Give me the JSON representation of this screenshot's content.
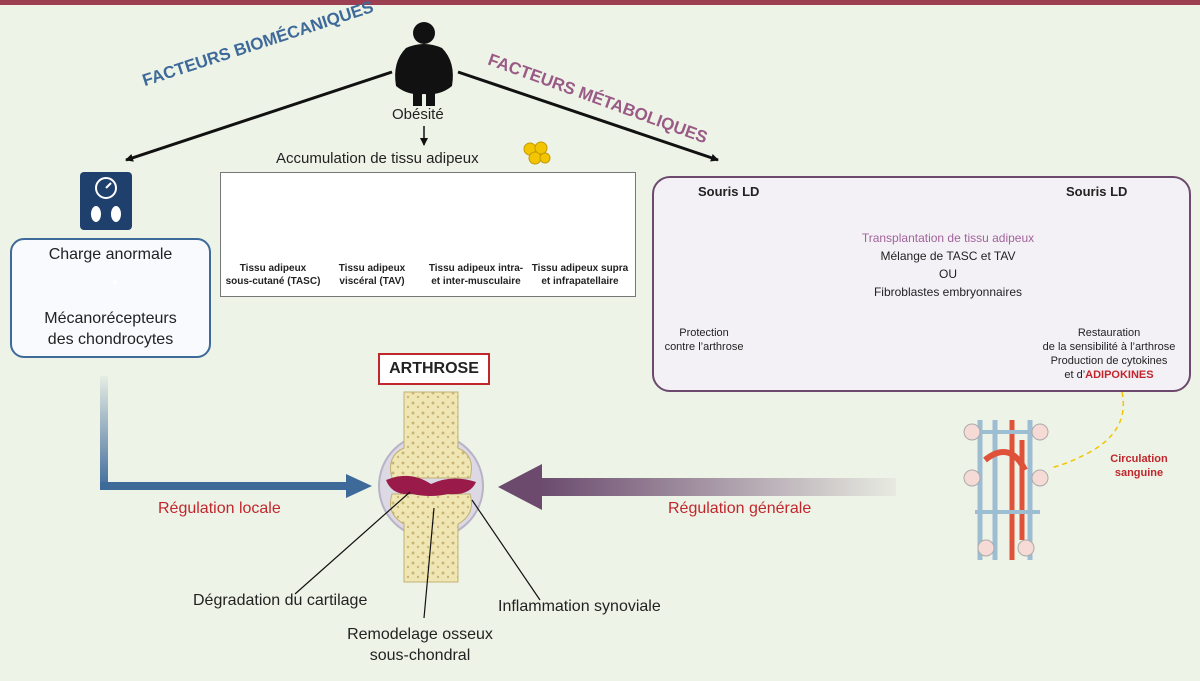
{
  "colors": {
    "background": "#eef3e7",
    "top_bar": "#9c3f52",
    "blue": "#3e6a9a",
    "purple": "#6b4a6e",
    "red": "#c0272d",
    "pink": "#9a5a86",
    "yellow": "#f2c500"
  },
  "top": {
    "obesite": "Obésité",
    "accumulation": "Accumulation de tissu adipeux"
  },
  "factors": {
    "biomech": "FACTEURS BIOMÉCANIQUES",
    "metab": "FACTEURS MÉTABOLIQUES"
  },
  "tissues": [
    {
      "line1": "Tissu adipeux",
      "line2": "sous-cutané (TASC)"
    },
    {
      "line1": "Tissu adipeux",
      "line2": "viscéral (TAV)"
    },
    {
      "line1": "Tissu adipeux intra-",
      "line2": "et inter-musculaire"
    },
    {
      "line1": "Tissu adipeux supra",
      "line2": "et infrapatellaire"
    }
  ],
  "left": {
    "charge": "Charge anormale",
    "plus": "+",
    "meca_line1": "Mécanorécepteurs",
    "meca_line2": "des chondrocytes"
  },
  "mice": {
    "title_left": "Souris LD",
    "title_right": "Souris LD",
    "protection_line1": "Protection",
    "protection_line2": "contre l’arthrose",
    "transplant": "Transplantation de tissu adipeux",
    "mix": "Mélange de TASC et TAV",
    "ou": "OU",
    "fibro": "Fibroblastes embryonnaires",
    "rest1": "Restauration",
    "rest2": "de la sensibilité à l’arthrose",
    "rest3": "Production de cytokines",
    "rest4_prefix": "et d’",
    "rest4_bold": "ADIPOKINES"
  },
  "circulation": {
    "line1": "Circulation",
    "line2": "sanguine"
  },
  "center": {
    "arthrose": "ARTHROSE",
    "reg_locale": "Régulation locale",
    "reg_generale": "Régulation générale"
  },
  "bottom": {
    "degradation": "Dégradation du cartilage",
    "remodelage_line1": "Remodelage osseux",
    "remodelage_line2": "sous-chondral",
    "inflammation": "Inflammation synoviale"
  }
}
